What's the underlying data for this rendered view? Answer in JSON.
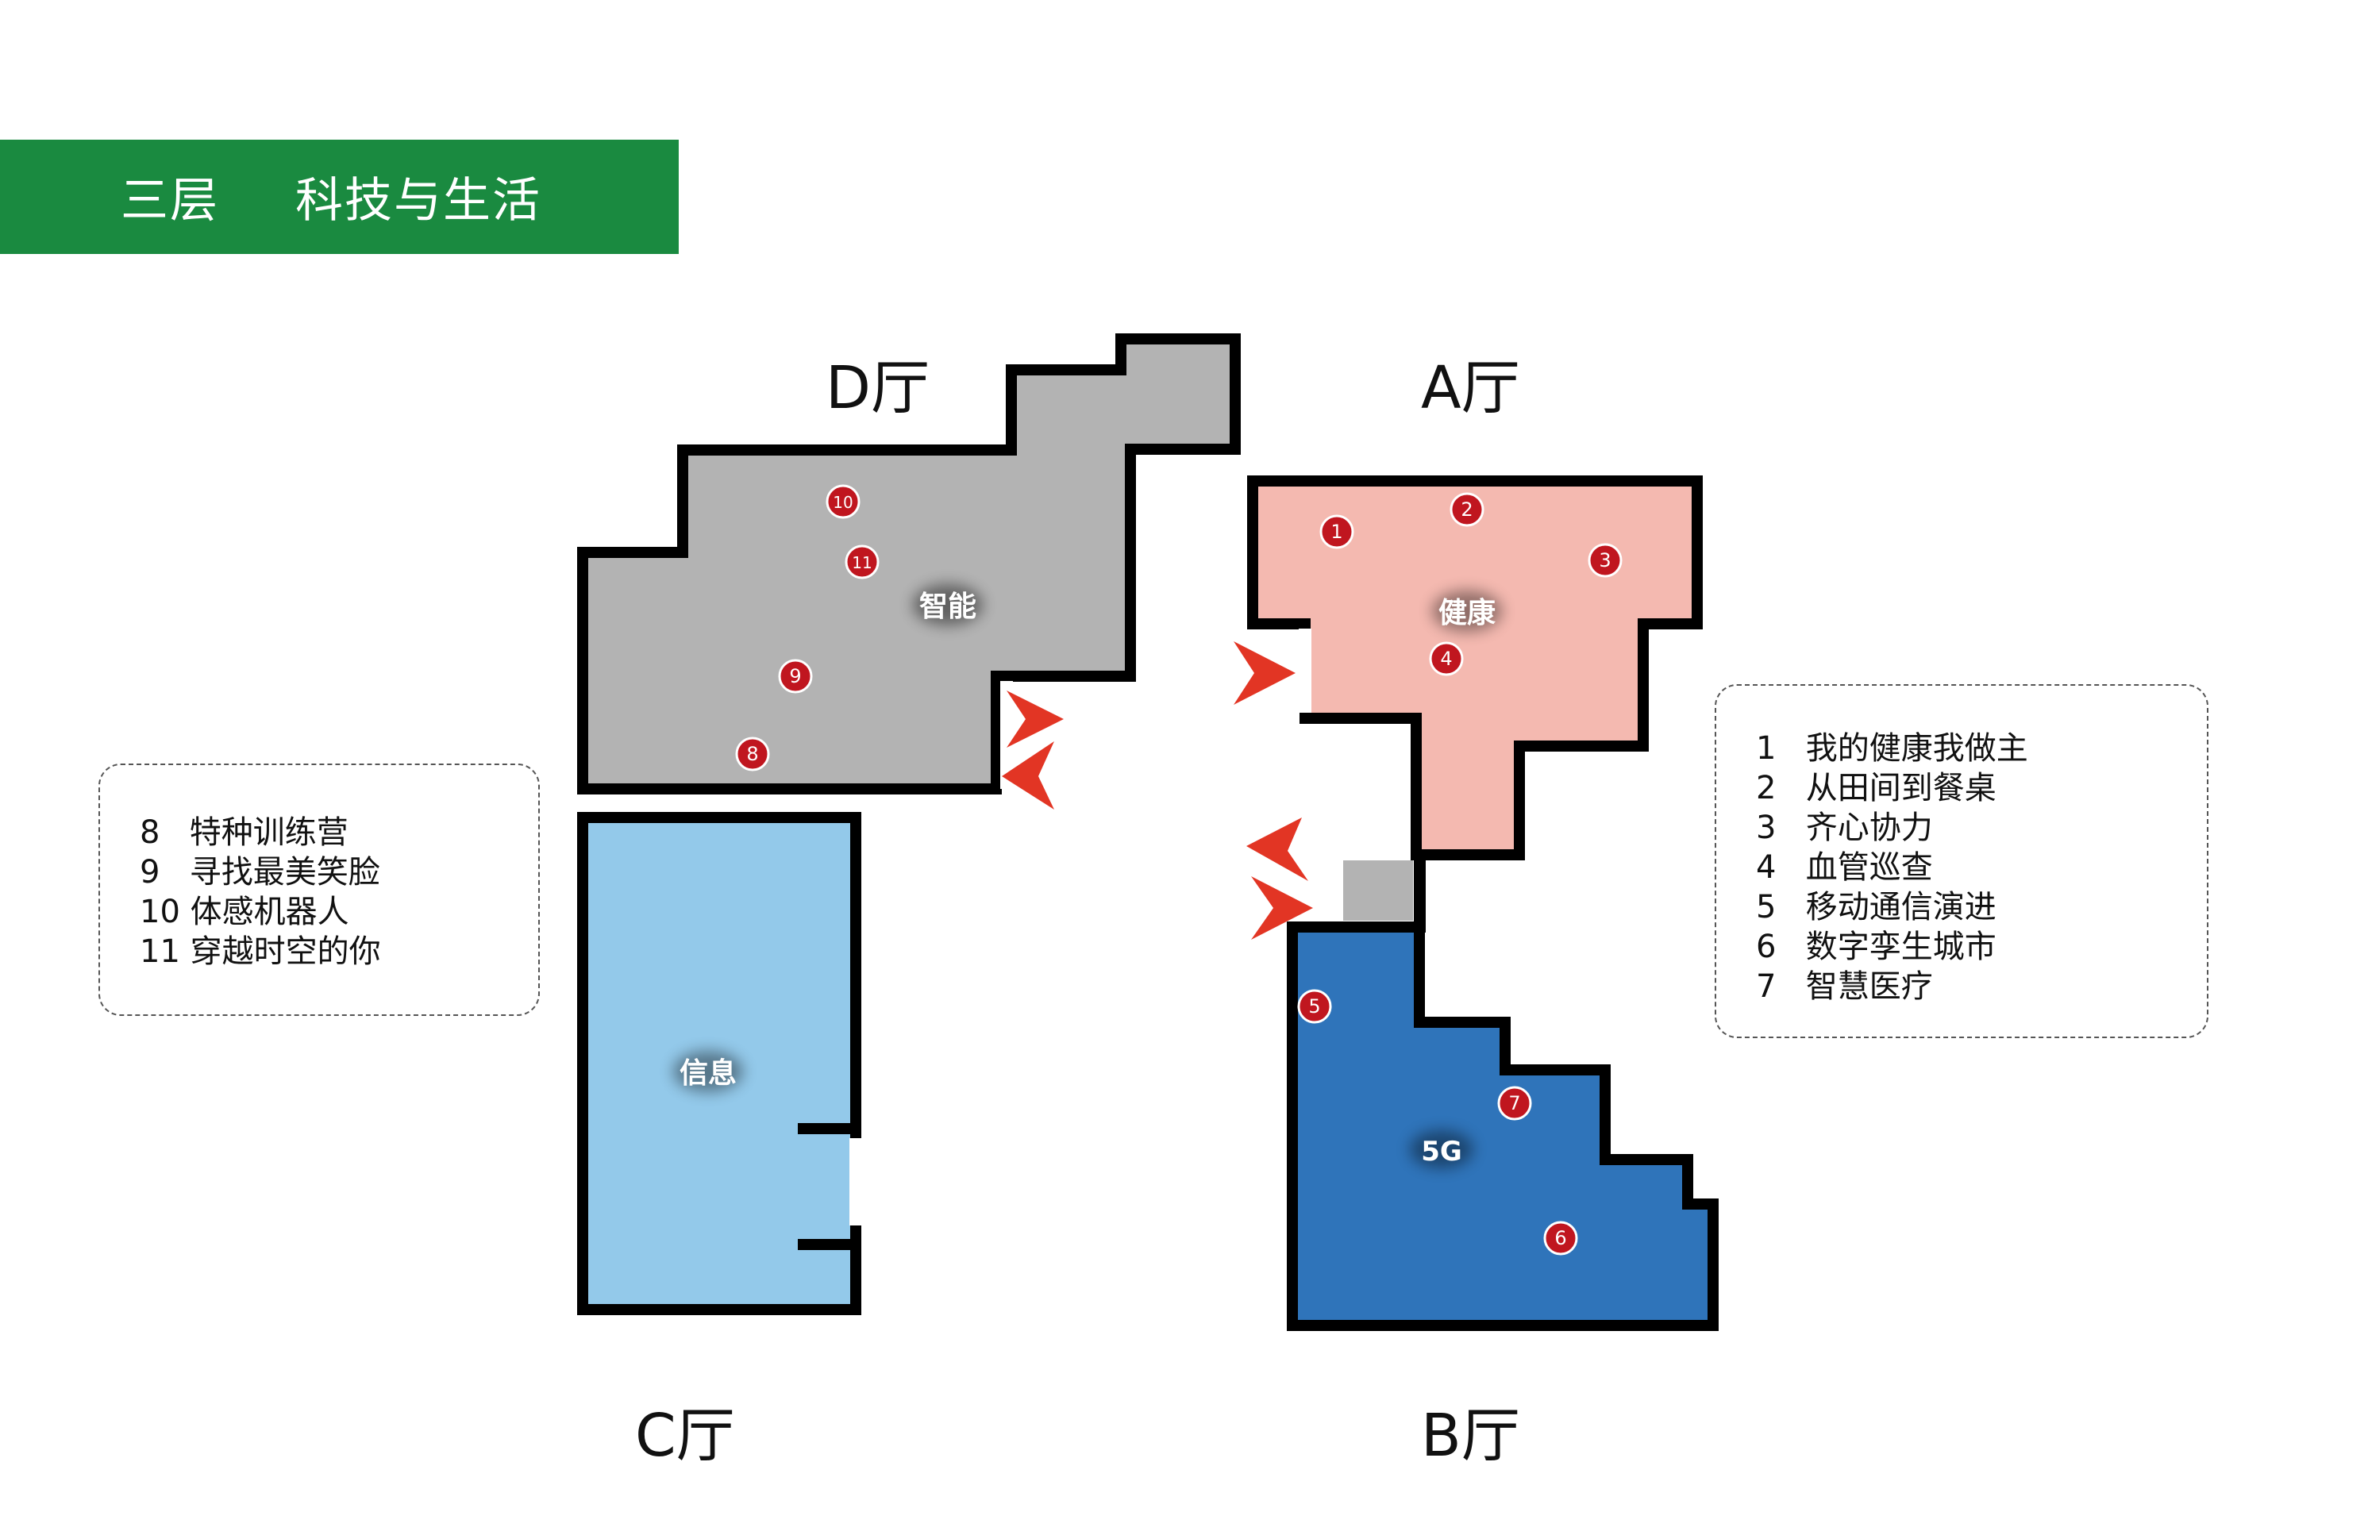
{
  "header": {
    "floor": "三层",
    "theme": "科技与生活"
  },
  "halls": {
    "D": {
      "label": "D厅",
      "zone": "智能",
      "color": "#b3b3b3"
    },
    "A": {
      "label": "A厅",
      "zone": "健康",
      "color": "#f4b9b0"
    },
    "C": {
      "label": "C厅",
      "zone": "信息",
      "color": "#93c9ea"
    },
    "B": {
      "label": "B厅",
      "zone": "5G",
      "color": "#2f74ba"
    }
  },
  "connector_color": "#b3b3b3",
  "accent_red": "#c0161f",
  "arrow_red": "#e23524",
  "markers": [
    "1",
    "2",
    "3",
    "4",
    "5",
    "6",
    "7",
    "8",
    "9",
    "10",
    "11"
  ],
  "legend_left": [
    {
      "num": "8",
      "text": "特种训练营"
    },
    {
      "num": "9",
      "text": "寻找最美笑脸"
    },
    {
      "num": "10",
      "text": "体感机器人"
    },
    {
      "num": "11",
      "text": "穿越时空的你"
    }
  ],
  "legend_right": [
    {
      "num": "1",
      "text": "我的健康我做主"
    },
    {
      "num": "2",
      "text": "从田间到餐桌"
    },
    {
      "num": "3",
      "text": "齐心协力"
    },
    {
      "num": "4",
      "text": "血管巡查"
    },
    {
      "num": "5",
      "text": "移动通信演进"
    },
    {
      "num": "6",
      "text": "数字孪生城市"
    },
    {
      "num": "7",
      "text": "智慧医疗"
    }
  ]
}
